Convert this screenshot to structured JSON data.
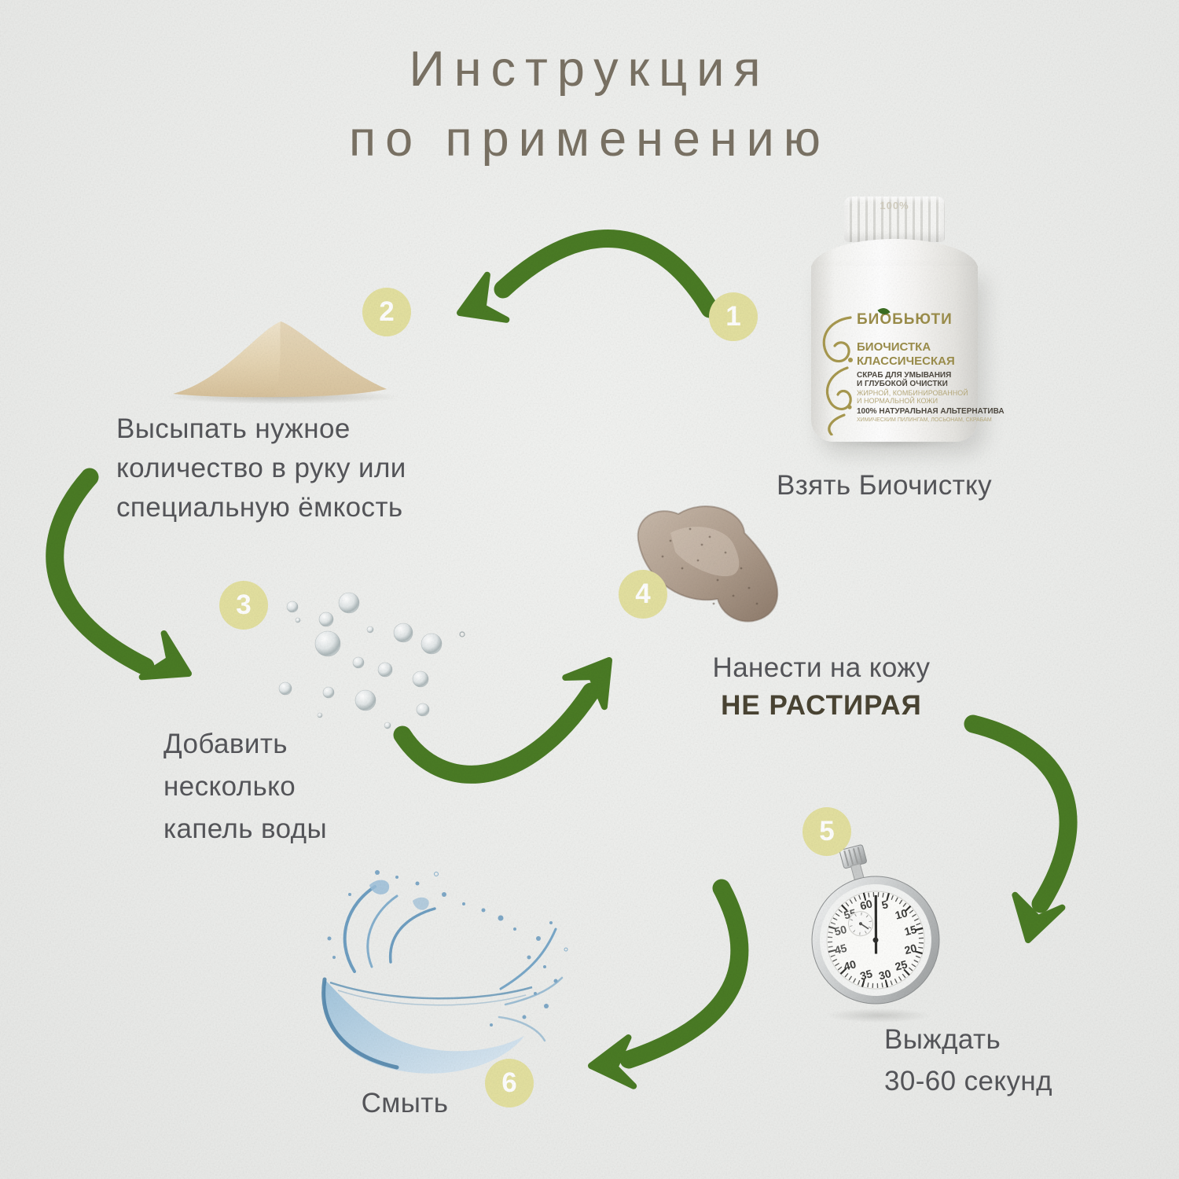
{
  "title": {
    "line1": "Инструкция",
    "line2": "по применению"
  },
  "steps": [
    {
      "number": "1",
      "lines": [
        "Взять Биочистку"
      ],
      "image": "product-jar"
    },
    {
      "number": "2",
      "lines": [
        "Высыпать нужное",
        "количество в руку или",
        "специальную ёмкость"
      ],
      "image": "powder-pile"
    },
    {
      "number": "3",
      "lines": [
        "Добавить",
        "несколько",
        "капель воды"
      ],
      "image": "water-drops"
    },
    {
      "number": "4",
      "lines": [
        "Нанести на кожу"
      ],
      "bold_line": "НЕ РАСТИРАЯ",
      "image": "scrub-smear"
    },
    {
      "number": "5",
      "lines": [
        "Выждать",
        "30-60 секунд"
      ],
      "image": "stopwatch"
    },
    {
      "number": "6",
      "lines": [
        "Смыть"
      ],
      "image": "water-splash"
    }
  ],
  "product_label": {
    "cap_text": "100%",
    "brand": "БИОБЬЮТИ",
    "product_name_line1": "БИОЧИСТКА",
    "product_name_line2": "КЛАССИЧЕСКАЯ",
    "description_line1": "СКРАБ ДЛЯ УМЫВАНИЯ",
    "description_line2": "И ГЛУБОКОЙ ОЧИСТКИ",
    "skin_types_line1": "ЖИРНОЙ, КОМБИНИРОВАННОЙ",
    "skin_types_line2": "И НОРМАЛЬНОЙ КОЖИ",
    "claim": "100% НАТУРАЛЬНАЯ АЛЬТЕРНАТИВА",
    "claim_sub": "ХИМИЧЕСКИМ ПИЛИНГАМ, ЛОСЬОНАМ, СКРАБАМ"
  },
  "stopwatch_dial": [
    "60",
    "5",
    "10",
    "15",
    "20",
    "25",
    "30",
    "35",
    "40",
    "45",
    "50",
    "55"
  ],
  "colors": {
    "arrow_green": "#4a7b24",
    "badge_yellow": "#e4e1a0",
    "title_brown": "#7a7264",
    "text_gray": "#55565a",
    "emphasis_olive": "#4a4433",
    "label_gold": "#9c8e4b",
    "splash_blue": "#6f9fc2",
    "background_paper": "#edeeec"
  }
}
